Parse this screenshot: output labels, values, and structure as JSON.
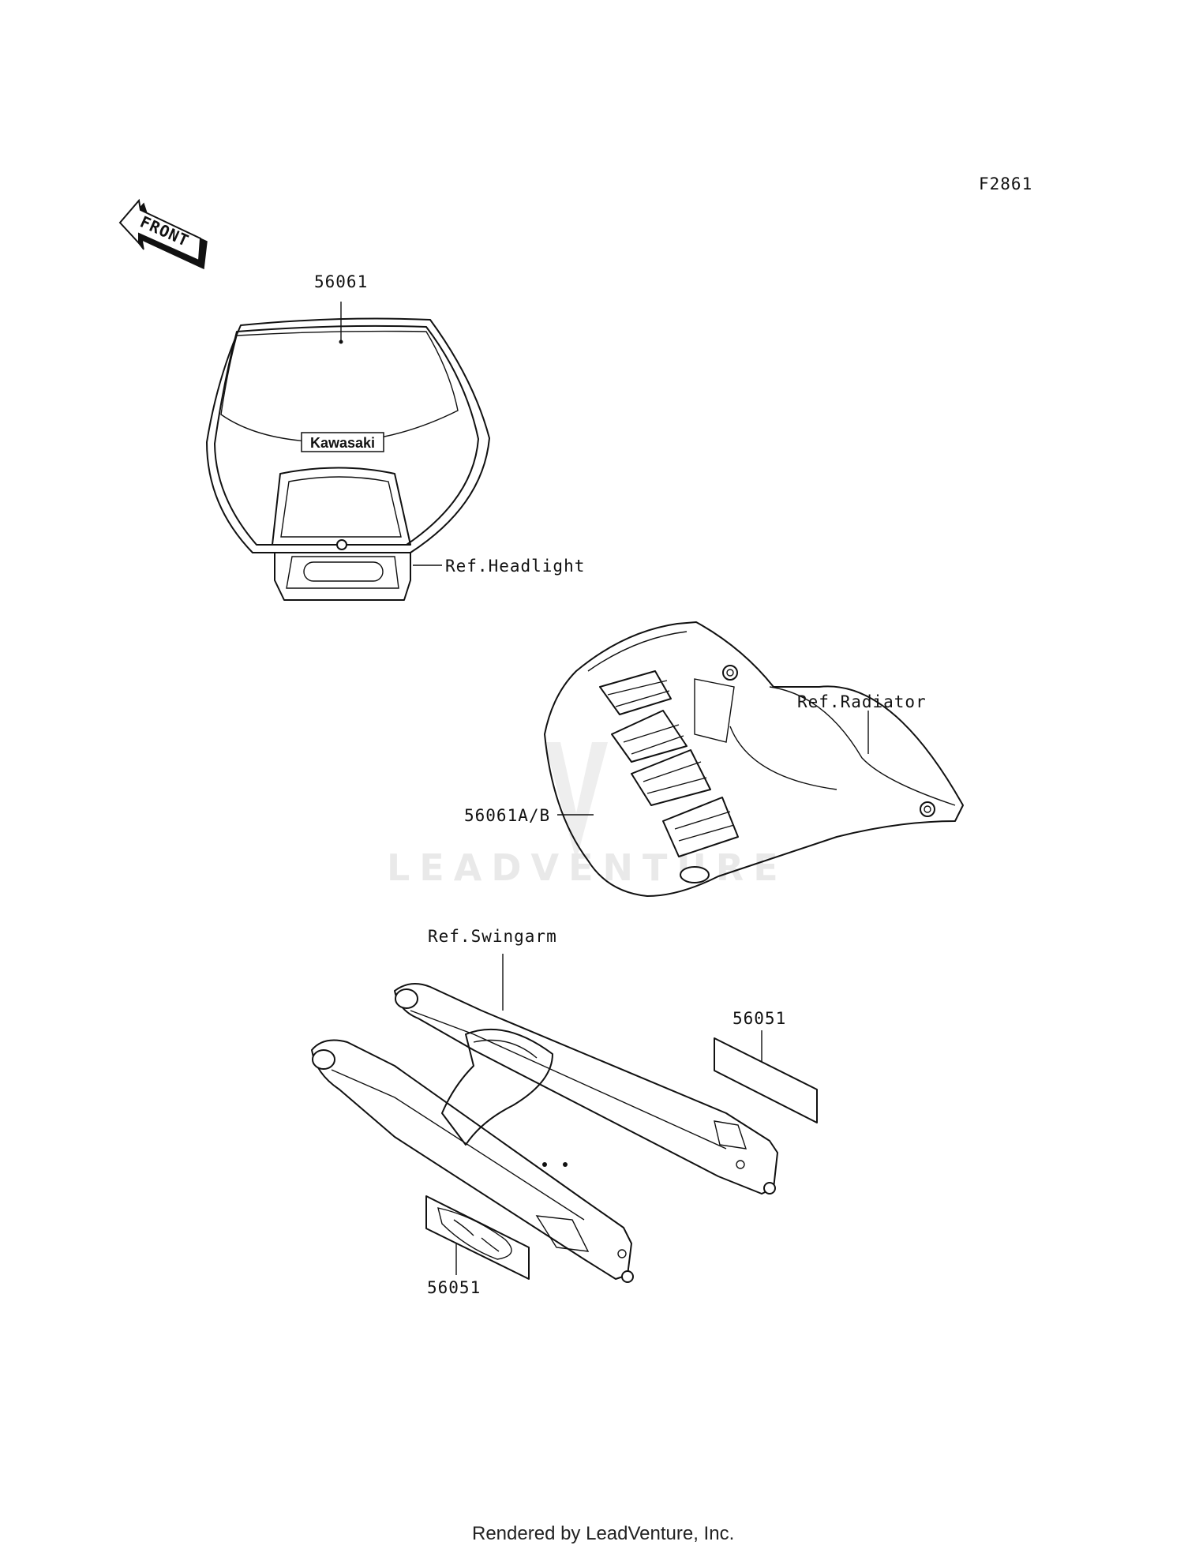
{
  "figure_code": "F2861",
  "front_arrow": "FRONT",
  "watermark": "LEADVENTURE",
  "brand_text": "Kawasaki",
  "footer": "Rendered by LeadVenture, Inc.",
  "callouts": {
    "headlight_part": "56061",
    "ref_headlight": "Ref.Headlight",
    "ref_radiator": "Ref.Radiator",
    "radiator_part": "56061A/B",
    "ref_swingarm": "Ref.Swingarm",
    "swingarm_part_right": "56051",
    "swingarm_part_left": "56051"
  }
}
